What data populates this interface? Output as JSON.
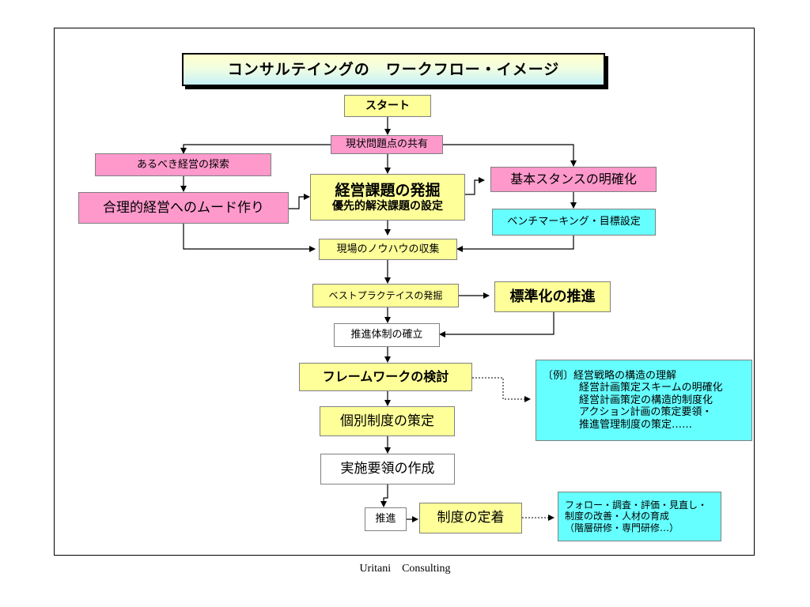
{
  "title": "コンサルテイングの　ワークフロー・イメージ",
  "nodes": {
    "start": "スタート",
    "share": "現状問題点の共有",
    "explore": "あるべき経営の探索",
    "mood": "合理的経営へのムード作り",
    "issue_main": "経営課題の発掘",
    "issue_sub": "優先的解決課題の設定",
    "stance": "基本スタンスの明確化",
    "benchmark": "ベンチマーキング・目標設定",
    "knowhow": "現場のノウハウの収集",
    "best": "ベストプラクテイスの発掘",
    "standard": "標準化の推進",
    "system": "推進体制の確立",
    "framework": "フレームワークの検討",
    "individual": "個別制度の策定",
    "manual": "実施要領の作成",
    "promote": "推進",
    "settle": "制度の定着"
  },
  "notes": {
    "framework_example": [
      "〔例〕経営戦略の構造の理解",
      "経営計画策定スキームの明確化",
      "経営計画策定の構造的制度化",
      "アクション計画の策定要領・",
      "推進管理制度の策定……"
    ],
    "followup": [
      "フォロー・調査・評価・見直し・",
      "制度の改善・人材の育成",
      "（階層研修・専門研修…）"
    ]
  },
  "footer": "Uritani　Consulting",
  "colors": {
    "yellow": "#ffff99",
    "pink": "#ff99cc",
    "cyan": "#66ffff",
    "white": "#ffffff"
  }
}
